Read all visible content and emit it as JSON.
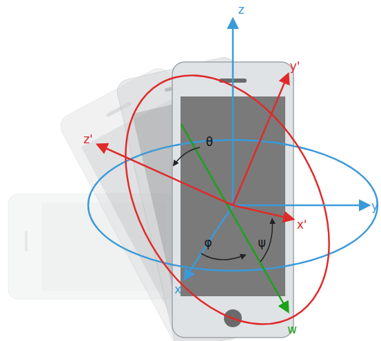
{
  "diagram": {
    "labels": [
      "z",
      "y'",
      "z'",
      "θ",
      "y",
      "x'",
      "φ",
      "ψ",
      "x",
      "w"
    ]
  }
}
